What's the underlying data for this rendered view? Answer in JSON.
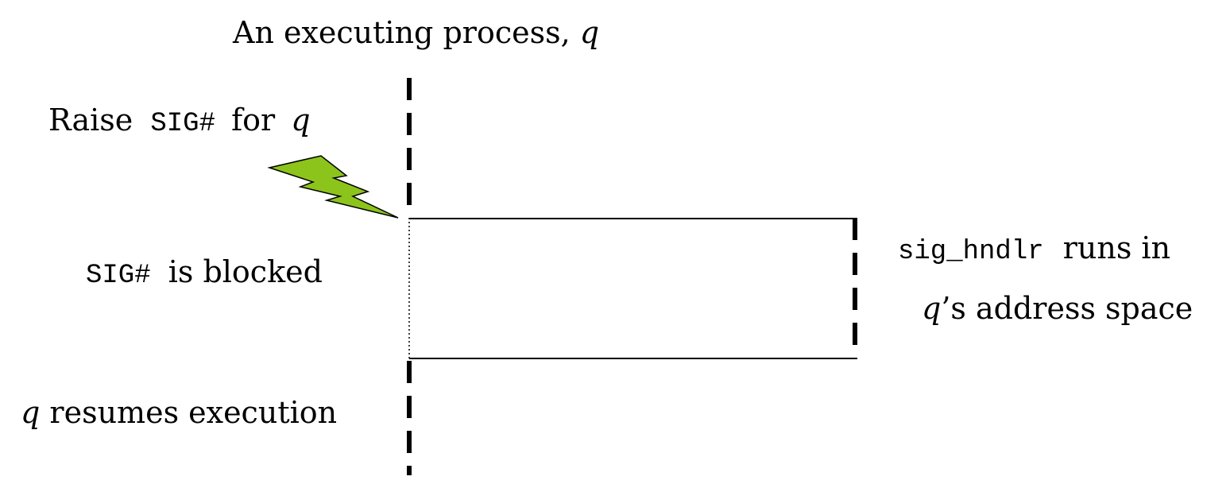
{
  "title": {
    "prefix": "An executing process, ",
    "var": "q"
  },
  "raise": {
    "word": "Raise",
    "signal": "SIG#",
    "for_word": "for",
    "var": "q"
  },
  "blocked": {
    "signal": "SIG#",
    "text": "is blocked"
  },
  "handler": {
    "name": "sig_hndlr",
    "line1_rest": "runs in",
    "var": "q",
    "line2_rest": "’s address space"
  },
  "resumes": {
    "var": "q",
    "text": "resumes execution"
  },
  "colors": {
    "lightning_fill": "#8cc41c",
    "lightning_stroke": "#000000",
    "line": "#000000"
  }
}
